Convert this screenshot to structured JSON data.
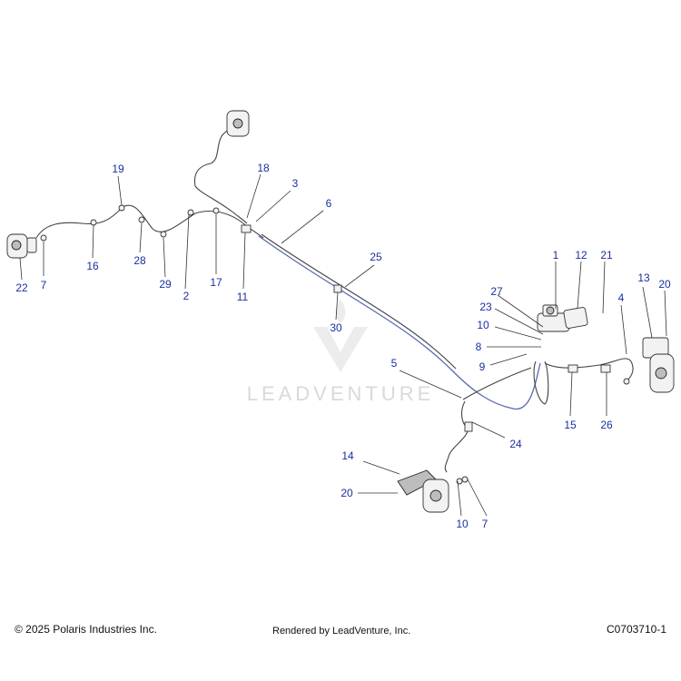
{
  "watermark": {
    "text": "LEADVENTURE"
  },
  "callouts": [
    {
      "id": "c1",
      "label": "1"
    },
    {
      "id": "c2",
      "label": "2"
    },
    {
      "id": "c3",
      "label": "3"
    },
    {
      "id": "c4",
      "label": "4"
    },
    {
      "id": "c5",
      "label": "5"
    },
    {
      "id": "c6",
      "label": "6"
    },
    {
      "id": "c7a",
      "label": "7"
    },
    {
      "id": "c7b",
      "label": "7"
    },
    {
      "id": "c8",
      "label": "8"
    },
    {
      "id": "c9",
      "label": "9"
    },
    {
      "id": "c10a",
      "label": "10"
    },
    {
      "id": "c10b",
      "label": "10"
    },
    {
      "id": "c11",
      "label": "11"
    },
    {
      "id": "c12",
      "label": "12"
    },
    {
      "id": "c13",
      "label": "13"
    },
    {
      "id": "c14",
      "label": "14"
    },
    {
      "id": "c15",
      "label": "15"
    },
    {
      "id": "c16",
      "label": "16"
    },
    {
      "id": "c17",
      "label": "17"
    },
    {
      "id": "c18",
      "label": "18"
    },
    {
      "id": "c19",
      "label": "19"
    },
    {
      "id": "c20a",
      "label": "20"
    },
    {
      "id": "c20b",
      "label": "20"
    },
    {
      "id": "c21",
      "label": "21"
    },
    {
      "id": "c22",
      "label": "22"
    },
    {
      "id": "c23",
      "label": "23"
    },
    {
      "id": "c24",
      "label": "24"
    },
    {
      "id": "c25",
      "label": "25"
    },
    {
      "id": "c26",
      "label": "26"
    },
    {
      "id": "c27",
      "label": "27"
    },
    {
      "id": "c28",
      "label": "28"
    },
    {
      "id": "c29",
      "label": "29"
    },
    {
      "id": "c30",
      "label": "30"
    }
  ],
  "footer": {
    "copyright": "© 2025 Polaris Industries Inc.",
    "rendered_by": "Rendered by LeadVenture, Inc.",
    "part_code": "C0703710-1"
  },
  "colors": {
    "callout": "#1a2fa0",
    "linework": "#333333",
    "watermark": "#d9d9d9"
  }
}
